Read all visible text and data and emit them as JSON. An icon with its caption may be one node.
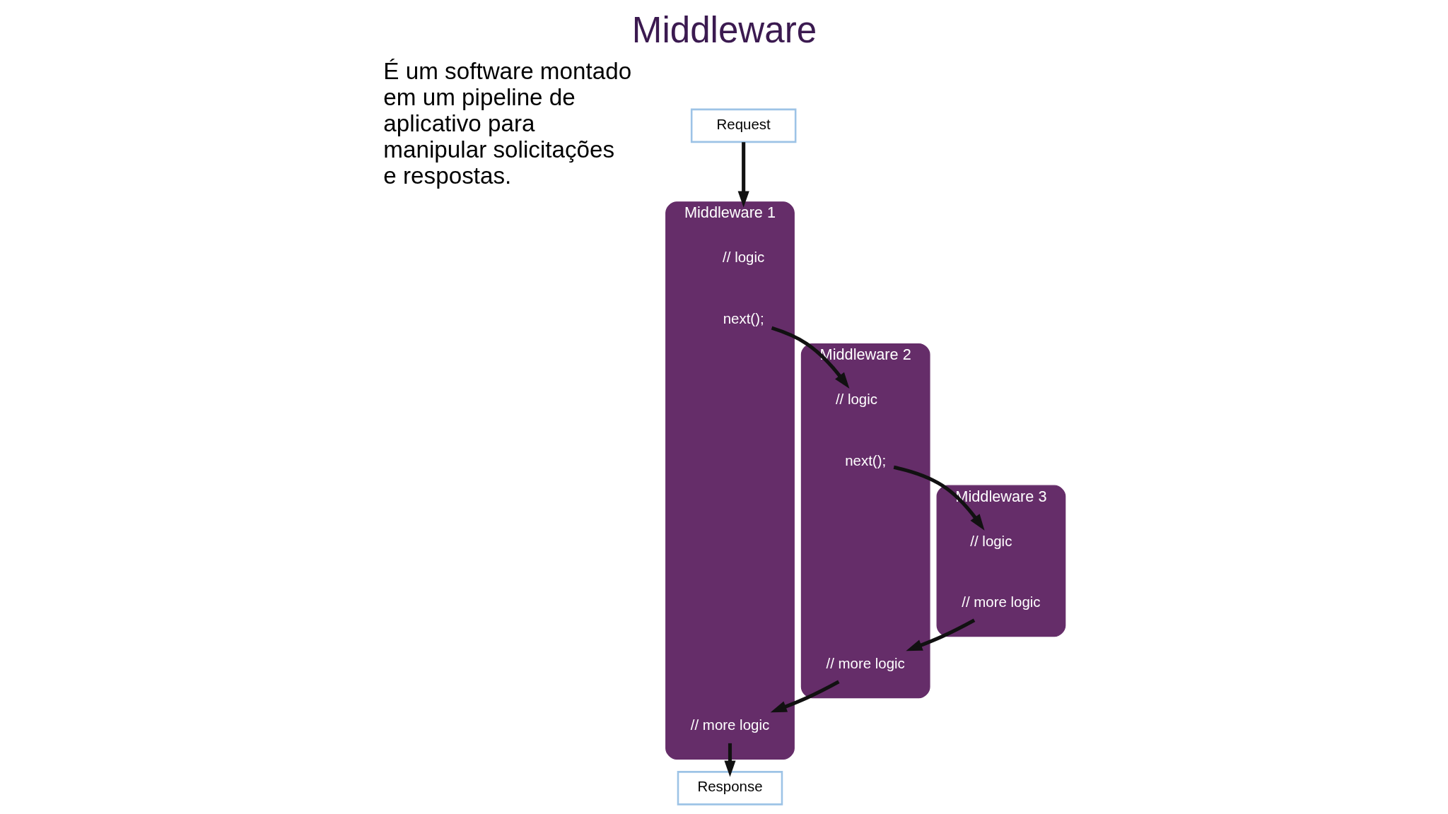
{
  "diagram": {
    "title": "Middleware",
    "nodes": [
      {
        "text": [
          "Request"
        ]
      },
      {
        "text": [
          "Middleware 1"
        ]
      },
      {
        "text": [
          "// logic"
        ],
        "in": 1
      },
      {
        "text": [
          "next();"
        ],
        "in": 1
      },
      {
        "text": [
          "// more logic"
        ],
        "in": 1
      },
      {
        "text": [
          "Middleware 2"
        ]
      },
      {
        "text": [
          "// logic"
        ],
        "in": 5
      },
      {
        "text": [
          "next();"
        ],
        "in": 5
      },
      {
        "text": [
          "// more logic"
        ],
        "in": 5
      },
      {
        "text": [
          "Middleware 3"
        ]
      },
      {
        "text": [
          "// logic"
        ],
        "in": 9
      },
      {
        "text": [
          "// more logic"
        ],
        "in": 9
      },
      {
        "text": [
          "Response"
        ]
      }
    ],
    "edges": [
      {
        "from": 0,
        "to": 1,
        "arrow": "to"
      },
      {
        "from": 3,
        "to": 6,
        "arrow": "to"
      },
      {
        "from": 7,
        "to": 10,
        "arrow": "to"
      },
      {
        "from": 11,
        "to": 8,
        "arrow": "to"
      },
      {
        "from": 8,
        "to": 4,
        "arrow": "to"
      },
      {
        "from": 4,
        "to": 12,
        "arrow": "to"
      }
    ],
    "labels": [
      "É um software montado em um pipeline de aplicativo para manipular solicitações e respostas."
    ]
  }
}
